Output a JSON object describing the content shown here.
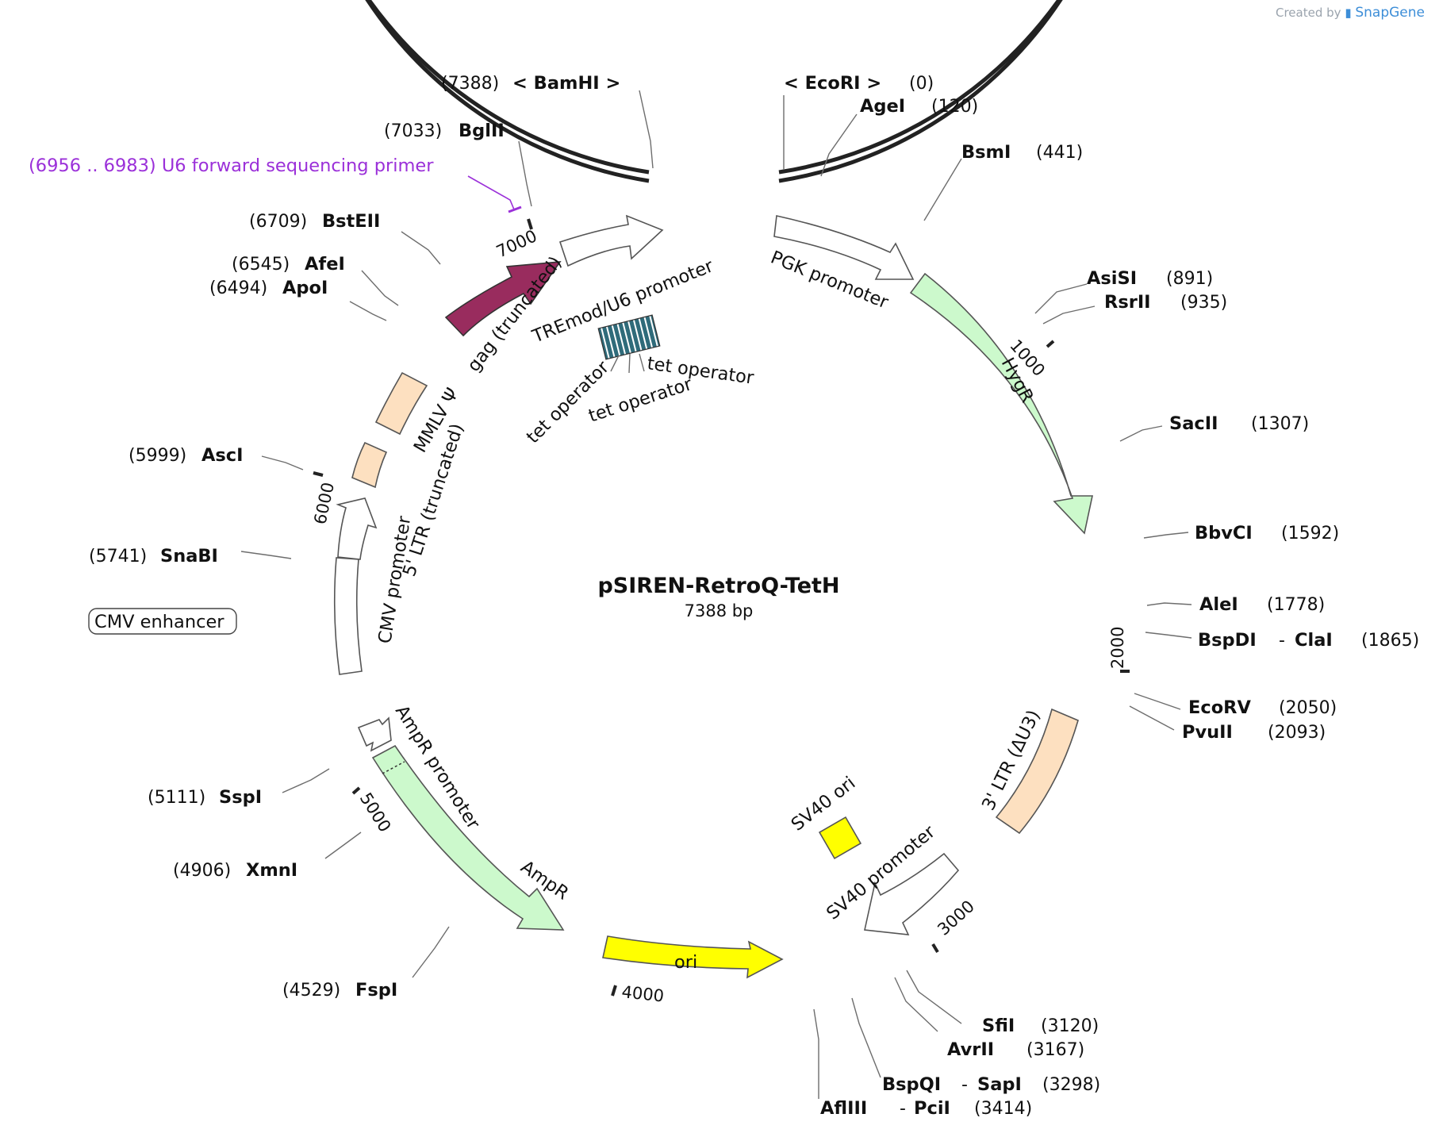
{
  "credit": {
    "prefix": "Created by",
    "brand": "SnapGene",
    "brand_icon": "snapgene-logo-icon",
    "brand_color": "#3d8ed8"
  },
  "plasmid": {
    "name": "pSIREN-RetroQ-TetH",
    "size_label": "7388 bp",
    "length": 7388
  },
  "ticks": [
    "1000",
    "2000",
    "3000",
    "4000",
    "5000",
    "6000",
    "7000"
  ],
  "sites": [
    {
      "name": "< EcoRI >",
      "pos": "(0)"
    },
    {
      "name": "AgeI",
      "pos": "(120)"
    },
    {
      "name": "BsmI",
      "pos": "(441)"
    },
    {
      "name": "AsiSI",
      "pos": "(891)"
    },
    {
      "name": "RsrII",
      "pos": "(935)"
    },
    {
      "name": "SacII",
      "pos": "(1307)"
    },
    {
      "name": "BbvCI",
      "pos": "(1592)"
    },
    {
      "name": "AleI",
      "pos": "(1778)"
    },
    {
      "name": "BspDI",
      "sep": "-",
      "name2": "ClaI",
      "pos": "(1865)"
    },
    {
      "name": "EcoRV",
      "pos": "(2050)"
    },
    {
      "name": "PvuII",
      "pos": "(2093)"
    },
    {
      "name": "SfiI",
      "pos": "(3120)"
    },
    {
      "name": "AvrII",
      "pos": "(3167)"
    },
    {
      "name": "BspQI",
      "sep": "-",
      "name2": "SapI",
      "pos": "(3298)"
    },
    {
      "name": "AflIII",
      "sep": "-",
      "name2": "PciI",
      "pos": "(3414)"
    },
    {
      "name": "FspI",
      "pos": "(4529)"
    },
    {
      "name": "XmnI",
      "pos": "(4906)"
    },
    {
      "name": "SspI",
      "pos": "(5111)"
    },
    {
      "name": "SnaBI",
      "pos": "(5741)"
    },
    {
      "name": "AscI",
      "pos": "(5999)"
    },
    {
      "name": "ApoI",
      "pos": "(6494)"
    },
    {
      "name": "AfeI",
      "pos": "(6545)"
    },
    {
      "name": "BstEII",
      "pos": "(6709)"
    },
    {
      "name": "BglII",
      "pos": "(7033)"
    },
    {
      "name": "< BamHI >",
      "pos": "(7388)"
    }
  ],
  "primer": {
    "label": "(6956 .. 6983)  U6 forward sequencing primer",
    "color": "#9b30d9"
  },
  "features": [
    {
      "name": "PGK promoter",
      "color": "#ffffff"
    },
    {
      "name": "HygR",
      "color": "#ccf9cc"
    },
    {
      "name": "3' LTR (ΔU3)",
      "color": "#fde0c0"
    },
    {
      "name": "SV40 promoter",
      "color": "#ffffff"
    },
    {
      "name": "SV40 ori",
      "color": "#ffff00"
    },
    {
      "name": "ori",
      "color": "#ffff00"
    },
    {
      "name": "AmpR",
      "color": "#ccf9cc"
    },
    {
      "name": "AmpR promoter",
      "color": "#ffffff"
    },
    {
      "name": "CMV enhancer",
      "color": "#ffffff"
    },
    {
      "name": "CMV promoter",
      "color": "#ffffff"
    },
    {
      "name": "5' LTR (truncated)",
      "color": "#fde0c0"
    },
    {
      "name": "MMLV Ψ",
      "color": "#fde0c0"
    },
    {
      "name": "gag (truncated)",
      "color": "#992c5e"
    },
    {
      "name": "TREmod/U6 promoter",
      "color": "#ffffff"
    },
    {
      "name": "tet operator",
      "color": "#2f6b7a"
    }
  ]
}
